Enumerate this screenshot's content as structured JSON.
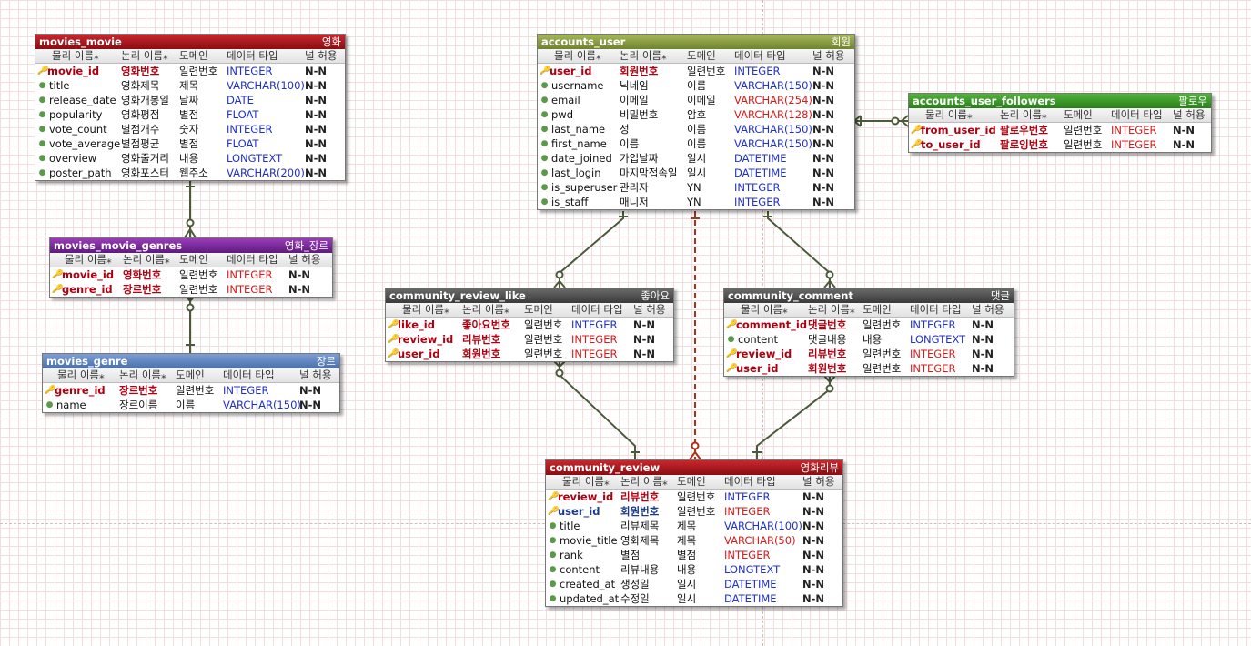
{
  "column_headers": {
    "physical": "물리 이름",
    "logical": "논리 이름",
    "domain": "도메인",
    "datatype": "데이터 타입",
    "nullable": "널 허용"
  },
  "tables": {
    "movies_movie": {
      "name": "movies_movie",
      "logical": "영화",
      "rows": [
        {
          "phys": "movie_id",
          "log": "영화번호",
          "dom": "일련번호",
          "type": "INTEGER",
          "nn": "N-N"
        },
        {
          "phys": "title",
          "log": "영화제목",
          "dom": "제목",
          "type": "VARCHAR(100)",
          "nn": "N-N"
        },
        {
          "phys": "release_date",
          "log": "영화개봉일",
          "dom": "날짜",
          "type": "DATE",
          "nn": "N-N"
        },
        {
          "phys": "popularity",
          "log": "영화평점",
          "dom": "별점",
          "type": "FLOAT",
          "nn": "N-N"
        },
        {
          "phys": "vote_count",
          "log": "별점개수",
          "dom": "숫자",
          "type": "INTEGER",
          "nn": "N-N"
        },
        {
          "phys": "vote_average",
          "log": "별점평균",
          "dom": "별점",
          "type": "FLOAT",
          "nn": "N-N"
        },
        {
          "phys": "overview",
          "log": "영화줄거리",
          "dom": "내용",
          "type": "LONGTEXT",
          "nn": "N-N"
        },
        {
          "phys": "poster_path",
          "log": "영화포스터",
          "dom": "웹주소",
          "type": "VARCHAR(200)",
          "nn": "N-N"
        }
      ]
    },
    "movies_movie_genres": {
      "name": "movies_movie_genres",
      "logical": "영화_장르",
      "rows": [
        {
          "phys": "movie_id",
          "log": "영화번호",
          "dom": "일련번호",
          "type": "INTEGER",
          "nn": "N-N"
        },
        {
          "phys": "genre_id",
          "log": "장르번호",
          "dom": "일련번호",
          "type": "INTEGER",
          "nn": "N-N"
        }
      ]
    },
    "movies_genre": {
      "name": "movies_genre",
      "logical": "장르",
      "rows": [
        {
          "phys": "genre_id",
          "log": "장르번호",
          "dom": "일련번호",
          "type": "INTEGER",
          "nn": "N-N"
        },
        {
          "phys": "name",
          "log": "장르이름",
          "dom": "이름",
          "type": "VARCHAR(150)",
          "nn": "N-N"
        }
      ]
    },
    "accounts_user": {
      "name": "accounts_user",
      "logical": "회원",
      "rows": [
        {
          "phys": "user_id",
          "log": "회원번호",
          "dom": "일련번호",
          "type": "INTEGER",
          "nn": "N-N"
        },
        {
          "phys": "username",
          "log": "닉네임",
          "dom": "이름",
          "type": "VARCHAR(150)",
          "nn": "N-N"
        },
        {
          "phys": "email",
          "log": "이메일",
          "dom": "이메일",
          "type": "VARCHAR(254)",
          "nn": "N-N"
        },
        {
          "phys": "pwd",
          "log": "비밀번호",
          "dom": "암호",
          "type": "VARCHAR(128)",
          "nn": "N-N"
        },
        {
          "phys": "last_name",
          "log": "성",
          "dom": "이름",
          "type": "VARCHAR(150)",
          "nn": "N-N"
        },
        {
          "phys": "first_name",
          "log": "이름",
          "dom": "이름",
          "type": "VARCHAR(150)",
          "nn": "N-N"
        },
        {
          "phys": "date_joined",
          "log": "가입날짜",
          "dom": "일시",
          "type": "DATETIME",
          "nn": "N-N"
        },
        {
          "phys": "last_login",
          "log": "마지막접속일",
          "dom": "일시",
          "type": "DATETIME",
          "nn": "N-N"
        },
        {
          "phys": "is_superuser",
          "log": "관리자",
          "dom": "YN",
          "type": "INTEGER",
          "nn": "N-N"
        },
        {
          "phys": "is_staff",
          "log": "매니저",
          "dom": "YN",
          "type": "INTEGER",
          "nn": "N-N"
        }
      ]
    },
    "accounts_user_followers": {
      "name": "accounts_user_followers",
      "logical": "팔로우",
      "rows": [
        {
          "phys": "from_user_id",
          "log": "팔로우번호",
          "dom": "일련번호",
          "type": "INTEGER",
          "nn": "N-N"
        },
        {
          "phys": "to_user_id",
          "log": "팔로잉번호",
          "dom": "일련번호",
          "type": "INTEGER",
          "nn": "N-N"
        }
      ]
    },
    "community_review_like": {
      "name": "community_review_like",
      "logical": "좋아요",
      "rows": [
        {
          "phys": "like_id",
          "log": "좋아요번호",
          "dom": "일련번호",
          "type": "INTEGER",
          "nn": "N-N"
        },
        {
          "phys": "review_id",
          "log": "리뷰번호",
          "dom": "일련번호",
          "type": "INTEGER",
          "nn": "N-N"
        },
        {
          "phys": "user_id",
          "log": "회원번호",
          "dom": "일련번호",
          "type": "INTEGER",
          "nn": "N-N"
        }
      ]
    },
    "community_comment": {
      "name": "community_comment",
      "logical": "댓글",
      "rows": [
        {
          "phys": "comment_id",
          "log": "댓글번호",
          "dom": "일련번호",
          "type": "INTEGER",
          "nn": "N-N"
        },
        {
          "phys": "content",
          "log": "댓글내용",
          "dom": "내용",
          "type": "LONGTEXT",
          "nn": "N-N"
        },
        {
          "phys": "review_id",
          "log": "리뷰번호",
          "dom": "일련번호",
          "type": "INTEGER",
          "nn": "N-N"
        },
        {
          "phys": "user_id",
          "log": "회원번호",
          "dom": "일련번호",
          "type": "INTEGER",
          "nn": "N-N"
        }
      ]
    },
    "community_review": {
      "name": "community_review",
      "logical": "영화리뷰",
      "rows": [
        {
          "phys": "review_id",
          "log": "리뷰번호",
          "dom": "일련번호",
          "type": "INTEGER",
          "nn": "N-N"
        },
        {
          "phys": "user_id",
          "log": "회원번호",
          "dom": "일련번호",
          "type": "INTEGER",
          "nn": "N-N"
        },
        {
          "phys": "title",
          "log": "리뷰제목",
          "dom": "제목",
          "type": "VARCHAR(100)",
          "nn": "N-N"
        },
        {
          "phys": "movie_title",
          "log": "영화제목",
          "dom": "제목",
          "type": "VARCHAR(50)",
          "nn": "N-N"
        },
        {
          "phys": "rank",
          "log": "별점",
          "dom": "별점",
          "type": "INTEGER",
          "nn": "N-N"
        },
        {
          "phys": "content",
          "log": "리뷰내용",
          "dom": "내용",
          "type": "LONGTEXT",
          "nn": "N-N"
        },
        {
          "phys": "created_at",
          "log": "생성일",
          "dom": "일시",
          "type": "DATETIME",
          "nn": "N-N"
        },
        {
          "phys": "updated_at",
          "log": "수정일",
          "dom": "일시",
          "type": "DATETIME",
          "nn": "N-N"
        }
      ]
    }
  },
  "colors": {
    "relationship": "#4a5a3a",
    "identifying_dashed": "#b0301a"
  }
}
